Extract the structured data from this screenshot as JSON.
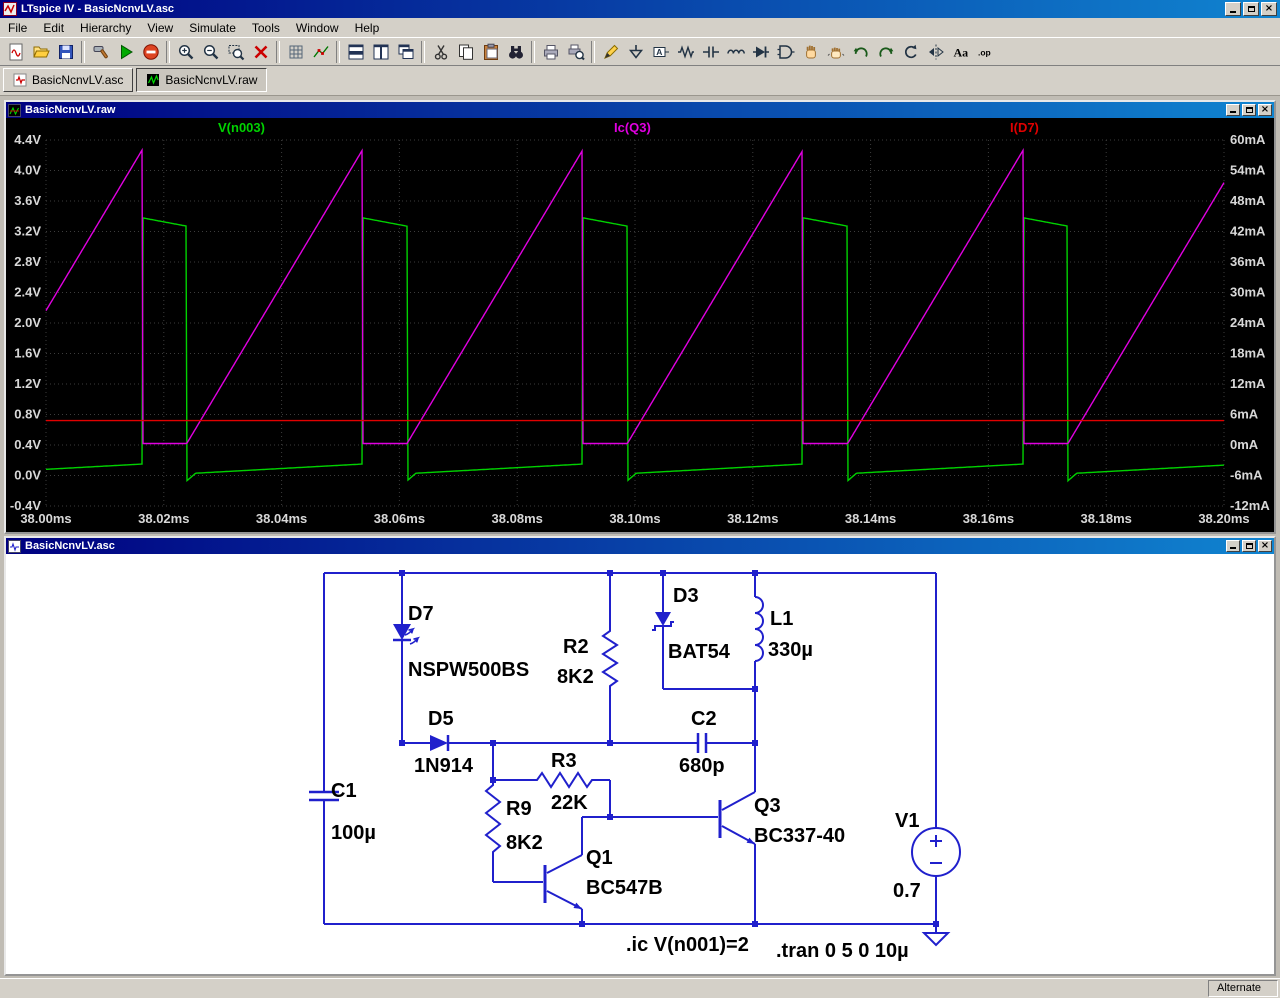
{
  "window": {
    "title": "LTspice IV - BasicNcnvLV.asc",
    "status_right": "Alternate"
  },
  "menu": [
    "File",
    "Edit",
    "Hierarchy",
    "View",
    "Simulate",
    "Tools",
    "Window",
    "Help"
  ],
  "toolbar": [
    "new-schematic",
    "open",
    "save",
    "|",
    "control-panel",
    "run",
    "halt",
    "|",
    "zoom-area",
    "zoom-back",
    "zoom-extents",
    "clear-waveforms",
    "|",
    "grid",
    "mark-points",
    "|",
    "tile-horizontal",
    "tile-vertical",
    "cascade",
    "|",
    "cut",
    "copy",
    "paste",
    "find",
    "|",
    "print",
    "print-preview",
    "|",
    "wire",
    "ground",
    "label-net",
    "resistor",
    "capacitor",
    "inductor",
    "diode",
    "component",
    "move",
    "drag",
    "undo",
    "redo",
    "rotate",
    "mirror",
    "text",
    "spice-directive"
  ],
  "tabs": [
    {
      "label": "BasicNcnvLV.asc"
    },
    {
      "label": "BasicNcnvLV.raw"
    }
  ],
  "waveform_window": {
    "title": "BasicNcnvLV.raw"
  },
  "chart_data": {
    "type": "line",
    "background": "#000000",
    "grid": true,
    "x_axis": {
      "ticks": [
        "38.00ms",
        "38.02ms",
        "38.04ms",
        "38.06ms",
        "38.08ms",
        "38.10ms",
        "38.12ms",
        "38.14ms",
        "38.16ms",
        "38.18ms",
        "38.20ms"
      ],
      "range_ms": [
        38.0,
        38.2
      ]
    },
    "left_axis": {
      "unit": "V",
      "ticks": [
        "4.4V",
        "4.0V",
        "3.6V",
        "3.2V",
        "2.8V",
        "2.4V",
        "2.0V",
        "1.6V",
        "1.2V",
        "0.8V",
        "0.4V",
        "0.0V",
        "-0.4V"
      ],
      "range": [
        -0.4,
        4.4
      ]
    },
    "right_axis": {
      "unit": "mA",
      "ticks": [
        "60mA",
        "54mA",
        "48mA",
        "42mA",
        "36mA",
        "30mA",
        "24mA",
        "18mA",
        "12mA",
        "6mA",
        "0mA",
        "-6mA",
        "-12mA"
      ],
      "range": [
        -12,
        60
      ]
    },
    "timing": {
      "period_ms": 0.0374,
      "first_peak_ms": 38.0163,
      "switch_off_ms": 0.0076,
      "recover_ms": 0.0015
    },
    "series": [
      {
        "name": "V(n003)",
        "color": "#00d200",
        "axis": "left",
        "shape": "switch-node",
        "high_v_start": 3.38,
        "high_v_end": 3.27,
        "low_v_start": 0.03,
        "low_v_end": 0.15,
        "undershoot_v": -0.07,
        "label_x_frac": 0.146
      },
      {
        "name": "Ic(Q3)",
        "color": "#e000e0",
        "axis": "right",
        "shape": "sawtooth",
        "peak_ma": 58,
        "base_ma": 0.3,
        "label_x_frac": 0.482
      },
      {
        "name": "I(D7)",
        "color": "#e00000",
        "axis": "right",
        "shape": "constant",
        "value_ma": 4.8,
        "label_x_frac": 0.818
      }
    ]
  },
  "schematic_window": {
    "title": "BasicNcnvLV.asc",
    "components": [
      {
        "ref": "C1",
        "value": "100µ"
      },
      {
        "ref": "D7",
        "value": "NSPW500BS"
      },
      {
        "ref": "D5",
        "value": "1N914"
      },
      {
        "ref": "R9",
        "value": "8K2"
      },
      {
        "ref": "R3",
        "value": "22K"
      },
      {
        "ref": "R2",
        "value": "8K2"
      },
      {
        "ref": "D3",
        "value": "BAT54"
      },
      {
        "ref": "C2",
        "value": "680p"
      },
      {
        "ref": "L1",
        "value": "330µ"
      },
      {
        "ref": "Q1",
        "value": "BC547B"
      },
      {
        "ref": "Q3",
        "value": "BC337-40"
      },
      {
        "ref": "V1",
        "value": "0.7"
      }
    ],
    "directives": [
      ".ic V(n001)=2",
      ".tran 0 5 0 10µ"
    ]
  }
}
